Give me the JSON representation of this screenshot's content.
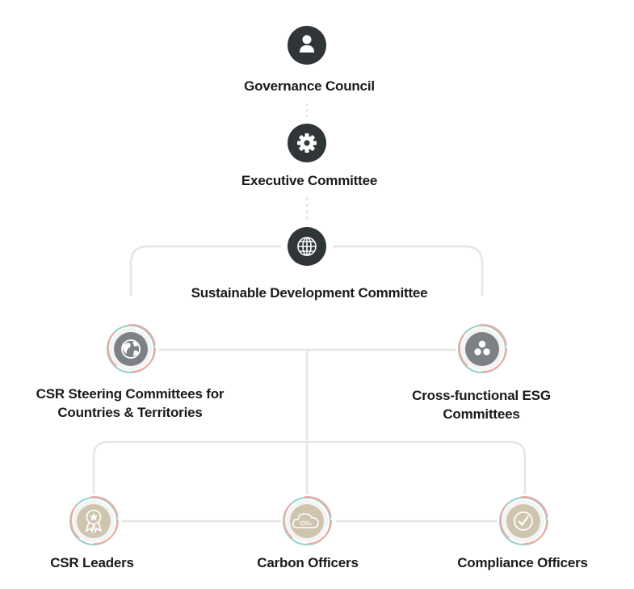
{
  "colors": {
    "dark_node": "#303538",
    "grey_node": "#7d8085",
    "beige_node": "#cfc4ae",
    "connector": "#e6e6e6",
    "ring_red": "#f2a9a1",
    "ring_teal": "#8fd3ce"
  },
  "nodes": {
    "governance": {
      "label": "Governance Council",
      "icon": "person-icon"
    },
    "executive": {
      "label": "Executive Committee",
      "icon": "gear-icon"
    },
    "sustainable": {
      "label": "Sustainable Development Committee",
      "icon": "globe-grid-icon"
    },
    "csr_steering": {
      "label_line1": "CSR Steering Committees for",
      "label_line2": "Countries & Territories",
      "icon": "earth-icon"
    },
    "esg": {
      "label_line1": "Cross-functional ESG",
      "label_line2": "Committees",
      "icon": "three-circles-icon"
    },
    "csr_leaders": {
      "label": "CSR Leaders",
      "icon": "award-ribbon-icon"
    },
    "carbon": {
      "label": "Carbon Officers",
      "icon": "co2-cloud-icon",
      "icon_text": "CO₂"
    },
    "compliance": {
      "label": "Compliance Officers",
      "icon": "check-badge-icon"
    }
  }
}
